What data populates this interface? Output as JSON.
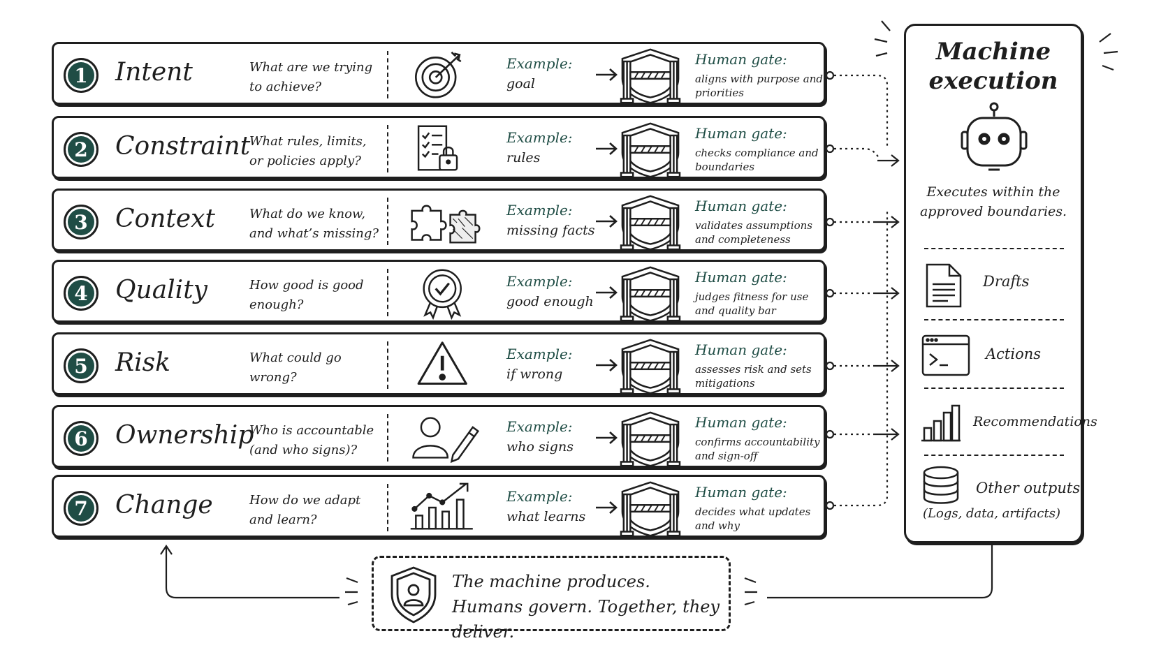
{
  "rows": [
    {
      "number": "1",
      "title": "Intent",
      "question": "What are we trying to achieve?",
      "example_label": "Example:",
      "example": "goal",
      "gate_label": "Human gate:",
      "gate_text": "aligns with purpose and priorities",
      "icon": "target-icon"
    },
    {
      "number": "2",
      "title": "Constraint",
      "question": "What rules, limits, or policies apply?",
      "example_label": "Example:",
      "example": "rules",
      "gate_label": "Human gate:",
      "gate_text": "checks compliance and boundaries",
      "icon": "checklist-lock-icon"
    },
    {
      "number": "3",
      "title": "Context",
      "question": "What do we know, and what’s missing?",
      "example_label": "Example:",
      "example": "missing facts",
      "gate_label": "Human gate:",
      "gate_text": "validates assumptions and completeness",
      "icon": "puzzle-icon"
    },
    {
      "number": "4",
      "title": "Quality",
      "question": "How good is good enough?",
      "example_label": "Example:",
      "example": "good enough",
      "gate_label": "Human gate:",
      "gate_text": "judges fitness for use and quality bar",
      "icon": "award-badge-icon"
    },
    {
      "number": "5",
      "title": "Risk",
      "question": "What could go wrong?",
      "example_label": "Example:",
      "example": "if wrong",
      "gate_label": "Human gate:",
      "gate_text": "assesses risk and sets mitigations",
      "icon": "warning-icon"
    },
    {
      "number": "6",
      "title": "Ownership",
      "question": "Who is accountable (and who signs)?",
      "example_label": "Example:",
      "example": "who signs",
      "gate_label": "Human gate:",
      "gate_text": "confirms accountability and sign-off",
      "icon": "person-pen-icon"
    },
    {
      "number": "7",
      "title": "Change",
      "question": "How do we adapt and learn?",
      "example_label": "Example:",
      "example": "what learns",
      "gate_label": "Human gate:",
      "gate_text": "decides what updates and why",
      "icon": "growth-chart-icon"
    }
  ],
  "machine": {
    "title": "Machine execution",
    "description": "Executes within the approved boundaries.",
    "outputs": [
      {
        "label": "Drafts",
        "icon": "document-icon"
      },
      {
        "label": "Actions",
        "icon": "terminal-icon"
      },
      {
        "label": "Recommendations",
        "icon": "bar-chart-icon"
      },
      {
        "label": "Other outputs",
        "icon": "database-icon",
        "sub": "(Logs, data, artifacts)"
      }
    ]
  },
  "banner": {
    "line1": "The machine produces.",
    "line2": "Humans govern. Together, they deliver.",
    "icon": "shield-person-icon"
  },
  "colors": {
    "accent": "#1f4d45",
    "ink": "#1e1e1e",
    "background": "#ffffff"
  }
}
